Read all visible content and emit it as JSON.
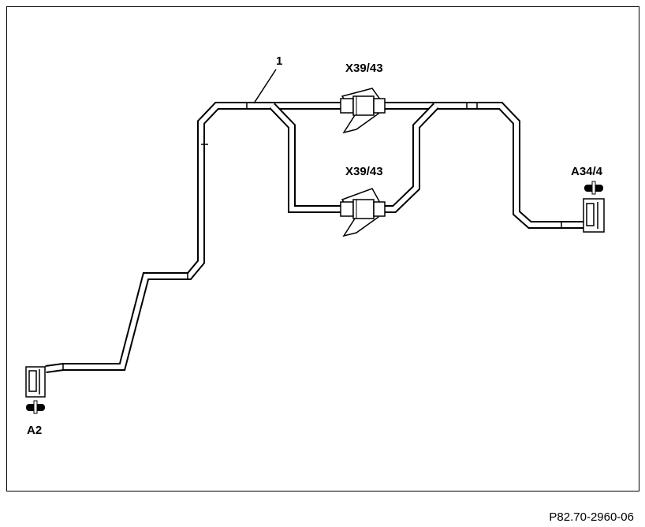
{
  "labels": {
    "wire_number": "1",
    "connector_upper": "X39/43",
    "connector_lower": "X39/43",
    "right_component": "A34/4",
    "left_component": "A2"
  },
  "figure_ref": "P82.70-2960-06"
}
